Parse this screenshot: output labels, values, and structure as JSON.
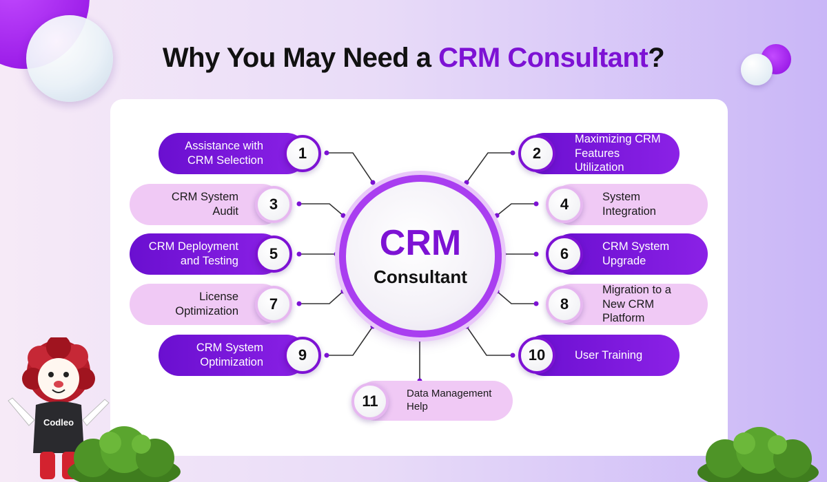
{
  "title": {
    "prefix": "Why You May Need a ",
    "highlight": "CRM Consultant",
    "suffix": "?"
  },
  "center": {
    "title": "CRM",
    "subtitle": "Consultant"
  },
  "items": [
    {
      "number": "1",
      "label": "Assistance with\nCRM Selection",
      "style": "dark",
      "side": "left"
    },
    {
      "number": "2",
      "label": "Maximizing CRM\nFeatures Utilization",
      "style": "dark",
      "side": "right"
    },
    {
      "number": "3",
      "label": "CRM System\nAudit",
      "style": "light",
      "side": "left"
    },
    {
      "number": "4",
      "label": "System\nIntegration",
      "style": "light",
      "side": "right"
    },
    {
      "number": "5",
      "label": "CRM Deployment\nand Testing",
      "style": "dark",
      "side": "left"
    },
    {
      "number": "6",
      "label": "CRM System\nUpgrade",
      "style": "dark",
      "side": "right"
    },
    {
      "number": "7",
      "label": "License\nOptimization",
      "style": "light",
      "side": "left"
    },
    {
      "number": "8",
      "label": "Migration to a\nNew CRM Platform",
      "style": "light",
      "side": "right"
    },
    {
      "number": "9",
      "label": "CRM System\nOptimization",
      "style": "dark",
      "side": "left"
    },
    {
      "number": "10",
      "label": "User Training",
      "style": "dark",
      "side": "right"
    },
    {
      "number": "11",
      "label": "Data Management\nHelp",
      "style": "light",
      "side": "bottom"
    }
  ],
  "mascot": {
    "shirt_text": "Codleo"
  },
  "colors": {
    "accent": "#7d12d4",
    "pill_dark": "#7a18dc",
    "pill_light": "#f0c9f5",
    "connector": "#333333",
    "connector_dot": "#7d12d4"
  }
}
